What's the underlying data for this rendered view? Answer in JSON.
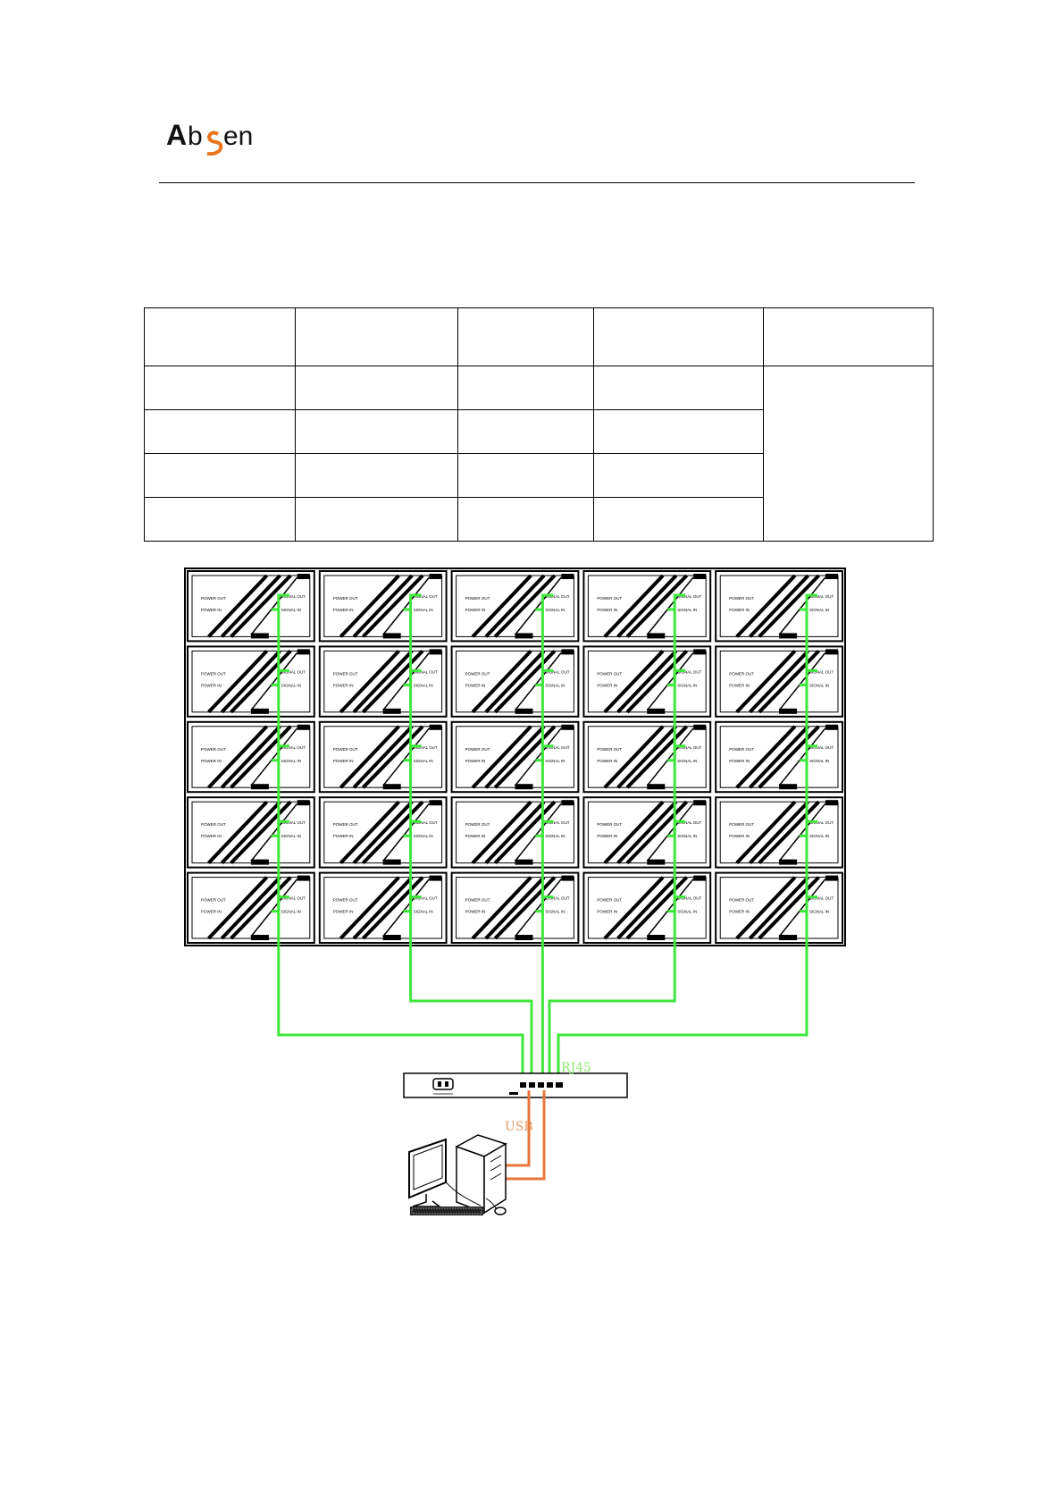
{
  "brand": {
    "logo_text": "Absen"
  },
  "table": {
    "header_cells": [
      "",
      "",
      "",
      "",
      ""
    ],
    "rows": [
      [
        "",
        "",
        "",
        ""
      ],
      [
        "",
        "",
        "",
        ""
      ],
      [
        "",
        "",
        "",
        ""
      ],
      [
        "",
        "",
        "",
        ""
      ]
    ],
    "merged_cell": ""
  },
  "diagram": {
    "grid": {
      "columns": 5,
      "rows": 5
    },
    "cabinet_labels": {
      "power_out": "POWER OUT",
      "power_in": "POWER IN",
      "signal_out": "SIGNAL OUT",
      "signal_in": "SIGNAL IN"
    },
    "cable_labels": {
      "rj45": "RJ45",
      "usb": "USB"
    },
    "colors": {
      "rj45_cable": "#3ee83a",
      "usb_cable": "#e8763a",
      "rj45_label": "#8ee86e",
      "usb_label": "#e89a64"
    }
  }
}
